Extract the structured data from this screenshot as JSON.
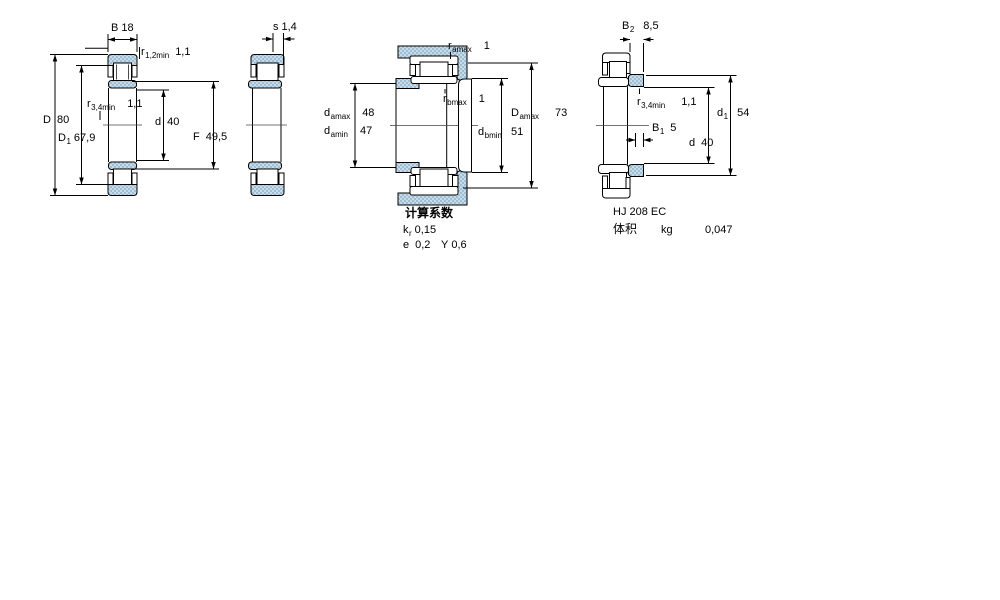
{
  "colors": {
    "line": "#000000",
    "centerline": "#444444",
    "section_fill_light": "#c8dbe7",
    "section_fill_dot": "#9dbed4",
    "background": "#ffffff"
  },
  "views": {
    "main_section": {
      "title": "bearing cross-section with boundary dimensions",
      "dims": {
        "B": {
          "sym": "B",
          "sub": "",
          "val": "18"
        },
        "r12": {
          "sym": "r",
          "sub": "1,2min",
          "val": "1,1"
        },
        "r34": {
          "sym": "r",
          "sub": "3,4min",
          "val": "1,1"
        },
        "D": {
          "sym": "D",
          "sub": "",
          "val": "80"
        },
        "D1": {
          "sym": "D",
          "sub": "1",
          "val": "67,9"
        },
        "d": {
          "sym": "d",
          "sub": "",
          "val": "40"
        },
        "F": {
          "sym": "F",
          "sub": "",
          "val": "49,5"
        }
      }
    },
    "side_view": {
      "title": "axial displacement view",
      "dims": {
        "s": {
          "sym": "s",
          "sub": "",
          "val": "1,4"
        }
      }
    },
    "mounting": {
      "title": "mounting / abutment dimensions",
      "dims": {
        "ramax": {
          "sym": "r",
          "sub": "amax",
          "val": "1"
        },
        "rbmax": {
          "sym": "r",
          "sub": "bmax",
          "val": "1"
        },
        "damax": {
          "sym": "d",
          "sub": "amax",
          "val": "48"
        },
        "damin": {
          "sym": "d",
          "sub": "amin",
          "val": "47"
        },
        "dbmin": {
          "sym": "d",
          "sub": "bmin",
          "val": "51"
        },
        "Damax": {
          "sym": "D",
          "sub": "amax",
          "val": "73"
        }
      },
      "calc": {
        "heading": "计算系数",
        "kr": {
          "sym": "k",
          "sub": "r",
          "val": "0,15"
        },
        "e": {
          "sym": "e",
          "val": "0,2"
        },
        "Y": {
          "sym": "Y",
          "val": "0,6"
        }
      }
    },
    "angle_ring": {
      "designation": "HJ 208 EC",
      "mass": {
        "label": "体积",
        "unit": "kg",
        "val": "0,047"
      },
      "dims": {
        "B2": {
          "sym": "B",
          "sub": "2",
          "val": "8,5"
        },
        "r34": {
          "sym": "r",
          "sub": "3,4min",
          "val": "1,1"
        },
        "B1": {
          "sym": "B",
          "sub": "1",
          "val": "5"
        },
        "d1": {
          "sym": "d",
          "sub": "1",
          "val": "54"
        },
        "d": {
          "sym": "d",
          "sub": "",
          "val": "40"
        }
      }
    }
  }
}
